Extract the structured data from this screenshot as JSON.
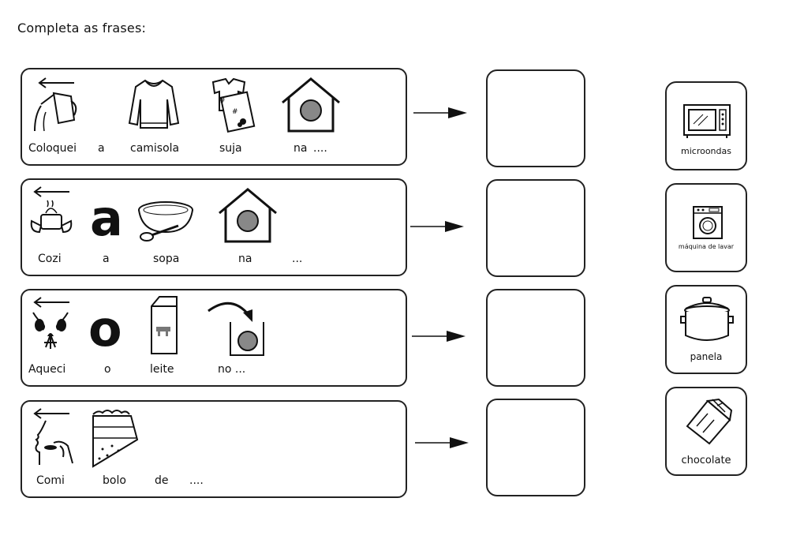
{
  "instructions": "Completa as frases:",
  "sentences": [
    {
      "words": [
        "Coloquei",
        "a",
        "camisola",
        "suja",
        "na",
        "...."
      ]
    },
    {
      "words": [
        "Cozi",
        "a",
        "sopa",
        "na",
        "..."
      ],
      "letter": "a"
    },
    {
      "words": [
        "Aqueci",
        "o",
        "leite",
        "no ..."
      ],
      "letter": "o"
    },
    {
      "words": [
        "Comi",
        "bolo",
        "de",
        "...."
      ]
    }
  ],
  "options": [
    {
      "label": "microondas",
      "icon": "microwave-icon"
    },
    {
      "label": "máquina de lavar",
      "icon": "washing-machine-icon"
    },
    {
      "label": "panela",
      "icon": "pot-icon"
    },
    {
      "label": "chocolate",
      "icon": "chocolate-icon"
    }
  ]
}
